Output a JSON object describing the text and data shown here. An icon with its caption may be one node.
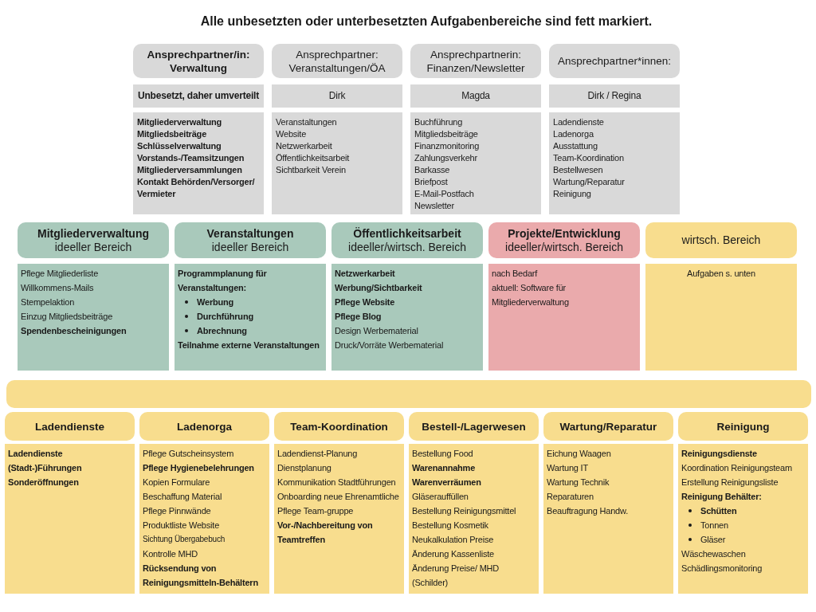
{
  "diagram": {
    "title": "Alle unbesetzten oder unterbesetzten Aufgabenbereiche sind fett markiert.",
    "nodes": [
      {
        "text": [
          "Ansprechpartner/in: Verwaltung"
        ]
      },
      {
        "text": [
          "Ansprechpartner: Veranstaltungen/ÖA"
        ]
      },
      {
        "text": [
          "Ansprechpartnerin: Finanzen/Newsletter"
        ]
      },
      {
        "text": [
          "Ansprechpartner*innen:"
        ]
      },
      {
        "text": [
          "Unbesetzt, daher umverteilt"
        ]
      },
      {
        "text": [
          "Dirk"
        ]
      },
      {
        "text": [
          "Magda"
        ]
      },
      {
        "text": [
          "Dirk / Regina"
        ]
      },
      {
        "text": [
          "Mitgliederverwaltung",
          "Mitgliedsbeiträge",
          "Schlüsselverwaltung",
          "Vorstands-/Teamsitzungen",
          "Mitgliederversammlungen",
          "Kontakt Behörden/Versorger/ Vermieter"
        ]
      },
      {
        "text": [
          "Veranstaltungen",
          "Website",
          "Netzwerkarbeit",
          "Öffentlichkeitsarbeit",
          "Sichtbarkeit Verein"
        ]
      },
      {
        "text": [
          "Buchführung",
          "Mitgliedsbeiträge",
          "Finanzmonitoring",
          "Zahlungsverkehr",
          "Barkasse",
          "Briefpost",
          "E-Mail-Postfach",
          "Newsletter"
        ]
      },
      {
        "text": [
          "Ladendienste",
          "Ladenorga",
          "Ausstattung",
          "Team-Koordination",
          "Bestellwesen",
          "Wartung/Reparatur",
          "Reinigung"
        ]
      },
      {
        "text": [
          "Mitgliederverwaltung",
          "ideeller Bereich"
        ]
      },
      {
        "text": [
          "Veranstaltungen",
          "ideeller Bereich"
        ]
      },
      {
        "text": [
          "Öffentlichkeitsarbeit",
          "ideeller/wirtsch. Bereich"
        ]
      },
      {
        "text": [
          "Projekte/Entwicklung",
          "ideeller/wirtsch. Bereich"
        ]
      },
      {
        "text": [
          "wirtsch. Bereich"
        ]
      },
      {
        "text": [
          "Pflege Mitgliederliste",
          "Willkommens-Mails",
          "Stempelaktion",
          "Einzug Mitgliedsbeiträge",
          "Spendenbescheinigungen"
        ]
      },
      {
        "text": [
          "Programmplanung für Veranstaltungen:",
          "Werbung",
          "Durchführung",
          "Abrechnung",
          "Teilnahme externe Veranstaltungen"
        ]
      },
      {
        "text": [
          "Netzwerkarbeit",
          "Werbung/Sichtbarkeit",
          "Pflege Website",
          "Pflege Blog",
          "Design Werbematerial",
          "Druck/Vorräte Werbematerial"
        ]
      },
      {
        "text": [
          "nach Bedarf",
          "aktuell: Software für Mitgliederverwaltung"
        ]
      },
      {
        "text": [
          "Aufgaben s. unten"
        ]
      },
      {
        "text": [],
        "shape": "bar"
      },
      {
        "text": [
          "Ladendienste"
        ]
      },
      {
        "text": [
          "Ladenorga"
        ]
      },
      {
        "text": [
          "Team-Koordination"
        ]
      },
      {
        "text": [
          "Bestell-/Lagerwesen"
        ]
      },
      {
        "text": [
          "Wartung/Reparatur"
        ]
      },
      {
        "text": [
          "Reinigung"
        ]
      },
      {
        "text": [
          "Ladendienste",
          "(Stadt-)Führungen",
          "Sonderöffnungen"
        ]
      },
      {
        "text": [
          "Pflege Gutscheinsystem",
          "Pflege Hygienebelehrungen",
          "Kopien Formulare",
          "Beschaffung Material",
          "Pflege Pinnwände",
          "Produktliste Website",
          "Sichtung Übergabebuch",
          "Kontrolle MHD",
          "Rücksendung von Reinigungsmitteln-Behältern"
        ]
      },
      {
        "text": [
          "Ladendienst-Planung",
          "Dienstplanung",
          "Kommunikation Stadtführungen",
          "Onboarding neue Ehrenamtliche",
          "Pflege Team-gruppe",
          "Vor-/Nachbereitung von Teamtreffen"
        ]
      },
      {
        "text": [
          "Bestellung Food",
          "Warenannahme",
          "Warenverräumen",
          "Gläserauffüllen",
          "Bestellung Reinigungsmittel",
          "Bestellung Kosmetik",
          "Neukalkulation Preise",
          "Änderung Kassenliste",
          "Änderung Preise/ MHD (Schilder)"
        ]
      },
      {
        "text": [
          "Eichung Waagen",
          "Wartung IT",
          "Wartung Technik",
          "Reparaturen",
          "Beauftragung Handw."
        ]
      },
      {
        "text": [
          "Reinigungsdienste",
          "Koordination Reinigungsteam",
          "Erstellung Reinigungsliste",
          "Reinigung Behälter:",
          "Schütten",
          "Tonnen",
          "Gläser",
          "Wäschewaschen",
          "Schädlingsmonitoring"
        ]
      }
    ]
  }
}
